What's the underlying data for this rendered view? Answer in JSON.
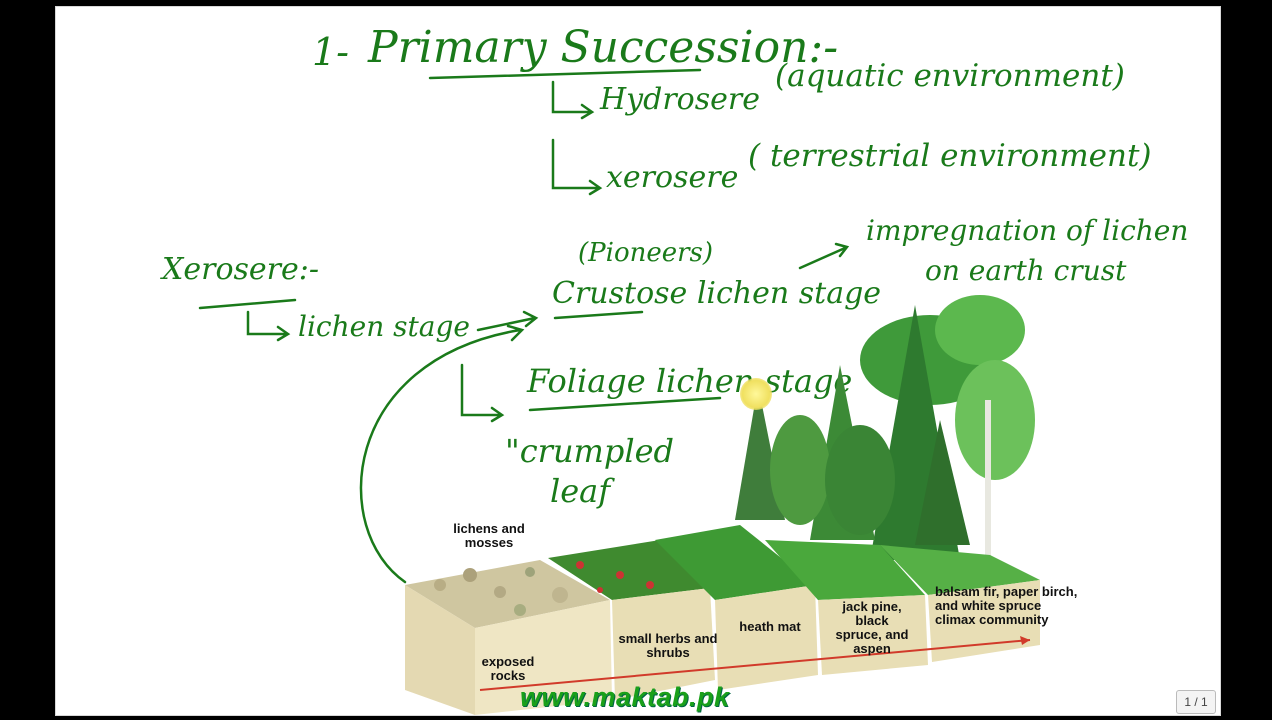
{
  "notes": {
    "heading_number": "1-",
    "heading": "Primary Succession:-",
    "hydrosere": "Hydrosere",
    "hydrosere_desc": "(aquatic environment)",
    "xerosere": "xerosere",
    "xerosere_desc": "( terrestrial environment)",
    "xerosere_heading": "Xerosere:-",
    "lichen_stage": "lichen stage",
    "pioneers": "(Pioneers)",
    "crustose": "Crustose lichen stage",
    "impregnation_line1": "impregnation of lichen",
    "impregnation_line2": "on earth crust",
    "foliage": "Foliage lichen stage",
    "crumpled_line1": "\"crumpled",
    "crumpled_line2": "leaf"
  },
  "diagram": {
    "labels": {
      "lichens_mosses": "lichens and mosses",
      "exposed_rocks": "exposed rocks",
      "small_herbs": "small herbs and shrubs",
      "heath_mat": "heath mat",
      "jack_pine": "jack pine, black spruce, and aspen",
      "balsam": "balsam fir, paper birch, and white spruce climax community"
    }
  },
  "watermark": "www.maktab.pk",
  "page_indicator": "1 / 1",
  "colors": {
    "ink": "#1a7a1a",
    "watermark": "#1aa01a"
  }
}
